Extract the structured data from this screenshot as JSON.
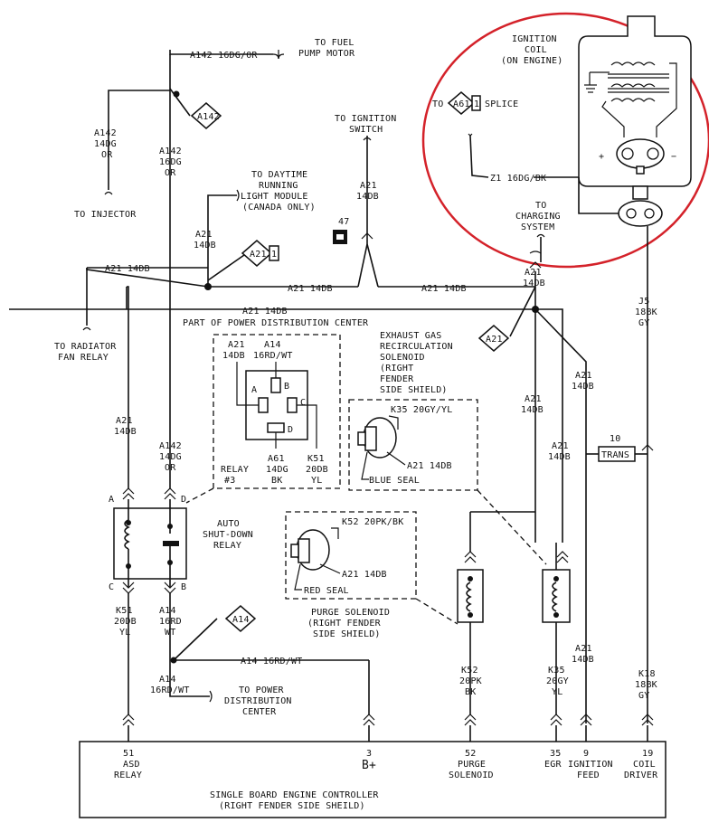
{
  "labels": {
    "to_fuel_pump_motor": [
      "TO FUEL",
      "PUMP MOTOR"
    ],
    "a142_top": "A142 16DG/OR",
    "a142_left": [
      "A142",
      "14DG",
      "OR"
    ],
    "to_injector": "TO INJECTOR",
    "a142_mid": [
      "A142",
      "16DG",
      "OR"
    ],
    "to_drl": [
      "TO DAYTIME",
      "RUNNING",
      "LIGHT MODULE",
      "(CANADA ONLY)"
    ],
    "a21_drl": [
      "A21",
      "14DB"
    ],
    "to_ignition_switch": [
      "TO IGNITION",
      "SWITCH"
    ],
    "a21_ign": [
      "A21",
      "14DB"
    ],
    "conn_47": "47",
    "a21_left_h": "A21 14DB",
    "a21_bus1": "A21 14DB",
    "a21_bus2": "A21 14DB",
    "a21_bus3": "A21 14DB",
    "to_radiator_fan_relay": [
      "TO RADIATOR",
      "FAN RELAY"
    ],
    "part_of_pdc": "PART OF POWER DISTRIBUTION CENTER",
    "relay3_labels": {
      "a21": [
        "A21",
        "14DB"
      ],
      "a14": [
        "A14",
        "16RD/WT"
      ],
      "a61": [
        "A61",
        "14DG",
        "BK"
      ],
      "k51": [
        "K51",
        "20DB",
        "YL"
      ],
      "relay": [
        "RELAY",
        "#3"
      ],
      "pin_a": "A",
      "pin_b": "B",
      "pin_c": "C",
      "pin_d": "D"
    },
    "egr_solenoid": [
      "EXHAUST GAS",
      "RECIRCULATION",
      "SOLENOID",
      "(RIGHT",
      "FENDER",
      "SIDE SHIELD)"
    ],
    "k35_top": "K35 20GY/YL",
    "a21_egr_conn": "A21 14DB",
    "blue_seal": "BLUE SEAL",
    "a21_left_down": [
      "A21",
      "14DB"
    ],
    "a142_down": [
      "A142",
      "14DG",
      "OR"
    ],
    "asd_relay": [
      "AUTO",
      "SHUT-DOWN",
      "RELAY"
    ],
    "asd_pins": {
      "a": "A",
      "b": "B",
      "c": "C",
      "d": "D"
    },
    "k52_top": "K52 20PK/BK",
    "a21_purge_conn": "A21 14DB",
    "red_seal": "RED SEAL",
    "purge_solenoid": [
      "PURGE SOLENOID",
      "(RIGHT FENDER",
      "SIDE SHIELD)"
    ],
    "k51_down": [
      "K51",
      "20DB",
      "YL"
    ],
    "a14_down": [
      "A14",
      "16RD",
      "WT"
    ],
    "a14_h": "A14 16RD/WT",
    "a14_split": [
      "A14",
      "16RD/WT"
    ],
    "to_pdc": [
      "TO POWER",
      "DISTRIBUTION",
      "CENTER"
    ],
    "k52_down": [
      "K52",
      "20PK",
      "BK"
    ],
    "k35_down": [
      "K35",
      "20GY",
      "YL"
    ],
    "a21_right1": [
      "A21",
      "14DB"
    ],
    "a21_right2": [
      "A21",
      "14DB"
    ],
    "a21_right3": [
      "A21",
      "14DB"
    ],
    "a21_right4": [
      "A21",
      "14DB"
    ],
    "a21_top_right": [
      "A21",
      "14DB"
    ],
    "j5": [
      "J5",
      "18BK",
      "GY"
    ],
    "k18": [
      "K18",
      "18BK",
      "GY"
    ],
    "trans": "TRANS",
    "trans_num": "10",
    "ignition_coil": [
      "IGNITION",
      "COIL",
      "(ON ENGINE)"
    ],
    "to_a61_splice_to": "TO",
    "to_a61_splice_splice": "SPLICE",
    "z1": "Z1 16DG/BK",
    "to_charging": [
      "TO",
      "CHARGING",
      "SYSTEM"
    ],
    "coil_plus": "+",
    "coil_minus": "−"
  },
  "badges": {
    "a142_diamond": "A142",
    "a21_diamond_1": "A21",
    "a21_diamond_1_num": "1",
    "a21_diamond_2": "A21",
    "a14_diamond": "A14",
    "a61_diamond": "A61",
    "a61_diamond_num": "1"
  },
  "controller": {
    "title": [
      "SINGLE BOARD ENGINE CONTROLLER",
      "(RIGHT FENDER SIDE SHEILD)"
    ],
    "pins": [
      {
        "num": "51",
        "label": [
          "ASD",
          "RELAY"
        ]
      },
      {
        "num": "3",
        "label": [
          "B+"
        ]
      },
      {
        "num": "52",
        "label": [
          "PURGE",
          "SOLENOID"
        ]
      },
      {
        "num": "35",
        "label": [
          "EGR"
        ]
      },
      {
        "num": "9",
        "label": [
          "IGNITION",
          "FEED"
        ]
      },
      {
        "num": "19",
        "label": [
          "COIL",
          "DRIVER"
        ]
      }
    ]
  },
  "colors": {
    "ink": "#111111",
    "highlight_circle": "#d4222a",
    "paper": "#ffffff"
  }
}
